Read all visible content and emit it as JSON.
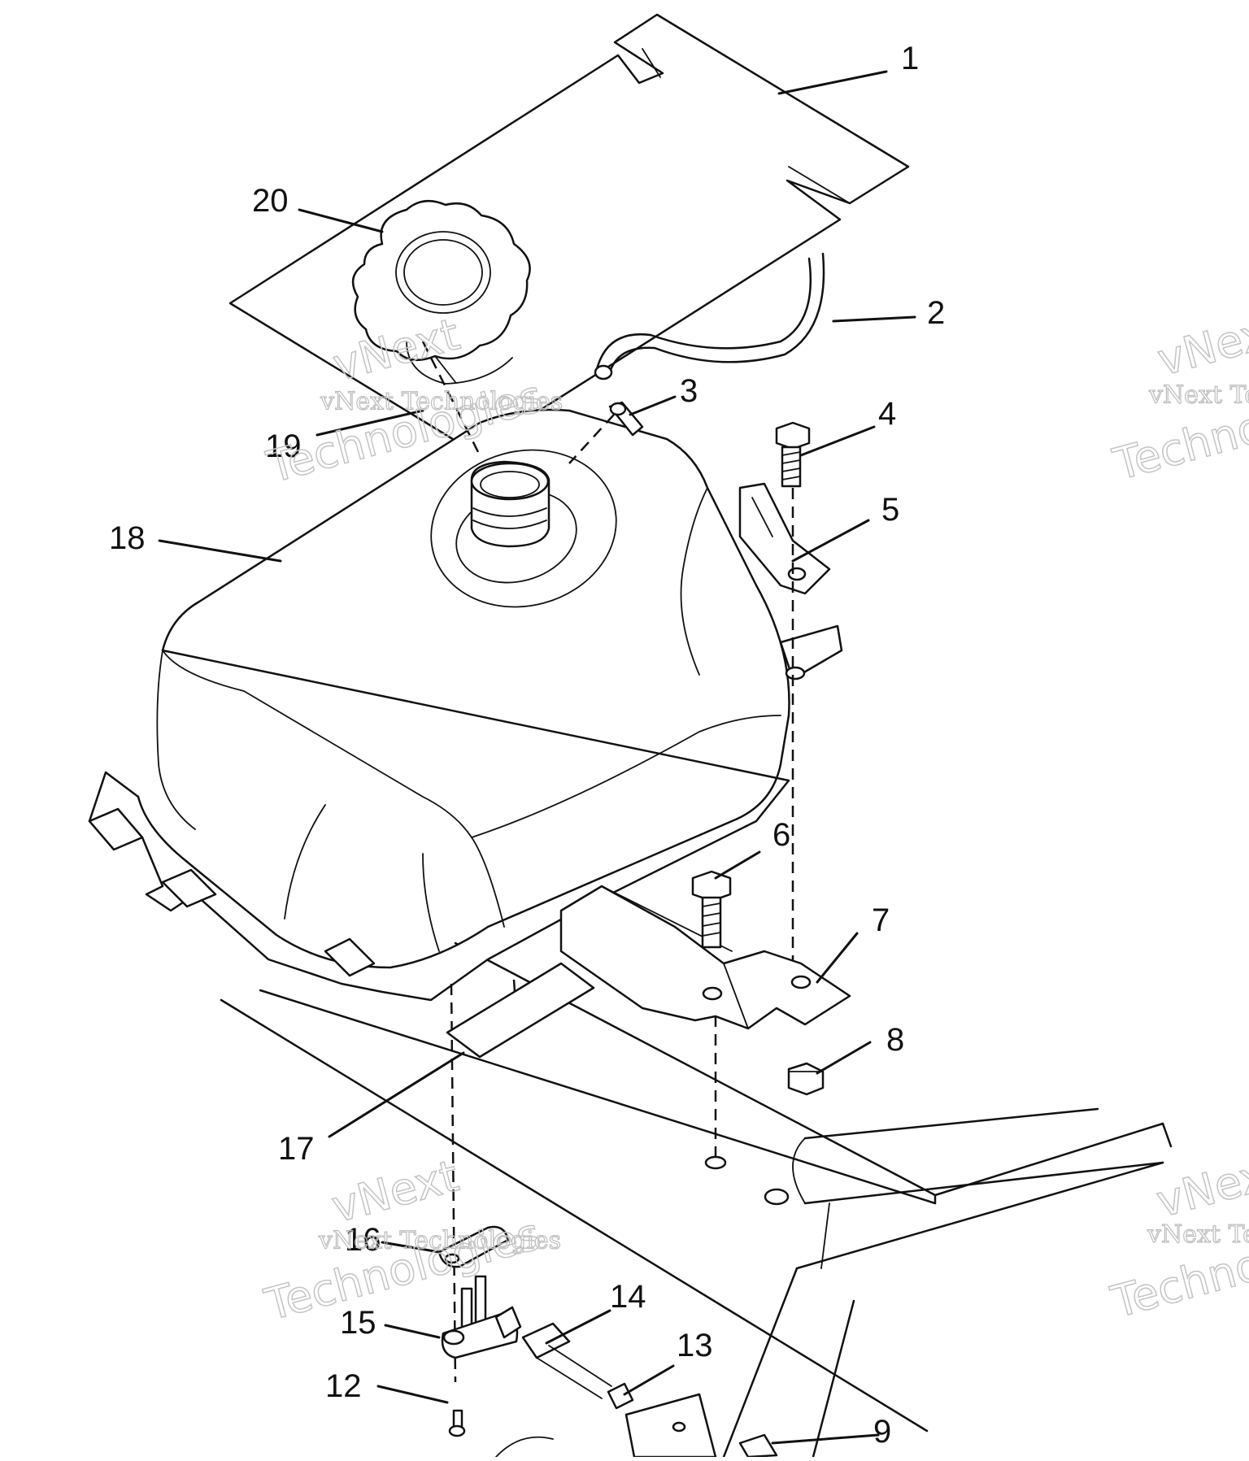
{
  "diagram": {
    "callouts": [
      "1",
      "2",
      "3",
      "4",
      "5",
      "6",
      "7",
      "8",
      "9",
      "12",
      "13",
      "14",
      "15",
      "16",
      "17",
      "18",
      "19",
      "20"
    ],
    "watermark": {
      "line1": "vNext",
      "line2": "vNext Technologies",
      "line3": "Technologies"
    }
  }
}
